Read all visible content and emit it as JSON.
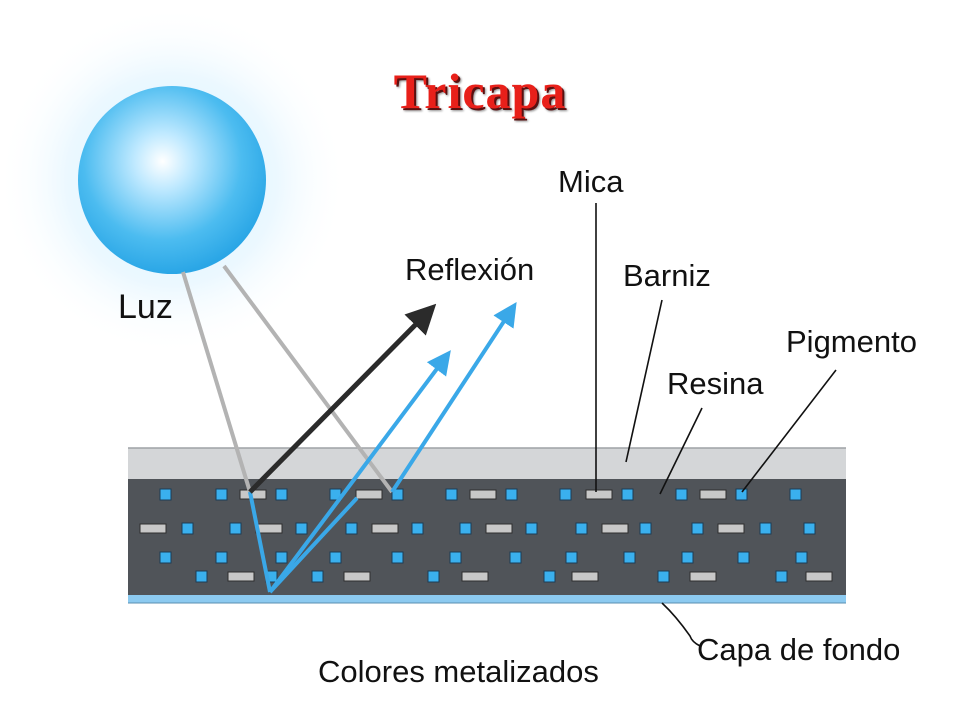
{
  "title": "Tricapa",
  "labels": {
    "light": "Luz",
    "reflection": "Reflexión",
    "mica": "Mica",
    "clearcoat": "Barniz",
    "resin": "Resina",
    "pigment": "Pigmento",
    "basecoat": "Capa de fondo",
    "caption": "Colores metalizados"
  },
  "colors": {
    "title": "#e8201a",
    "light_sphere": "#3ab7ef",
    "blue_ray": "#3aa8e8",
    "dark_ray": "#2b2b2b",
    "pigment_fill": "#3ab0ee",
    "mica_fill": "#c8c8c8",
    "resin_layer": "#505459",
    "clearcoat_layer": "#d4d6d8",
    "basecoat_line": "#8ccaf0"
  },
  "icons": {
    "sphere": "light-sphere-icon",
    "pigment": "pigment-square-icon",
    "mica": "mica-flake-icon"
  }
}
